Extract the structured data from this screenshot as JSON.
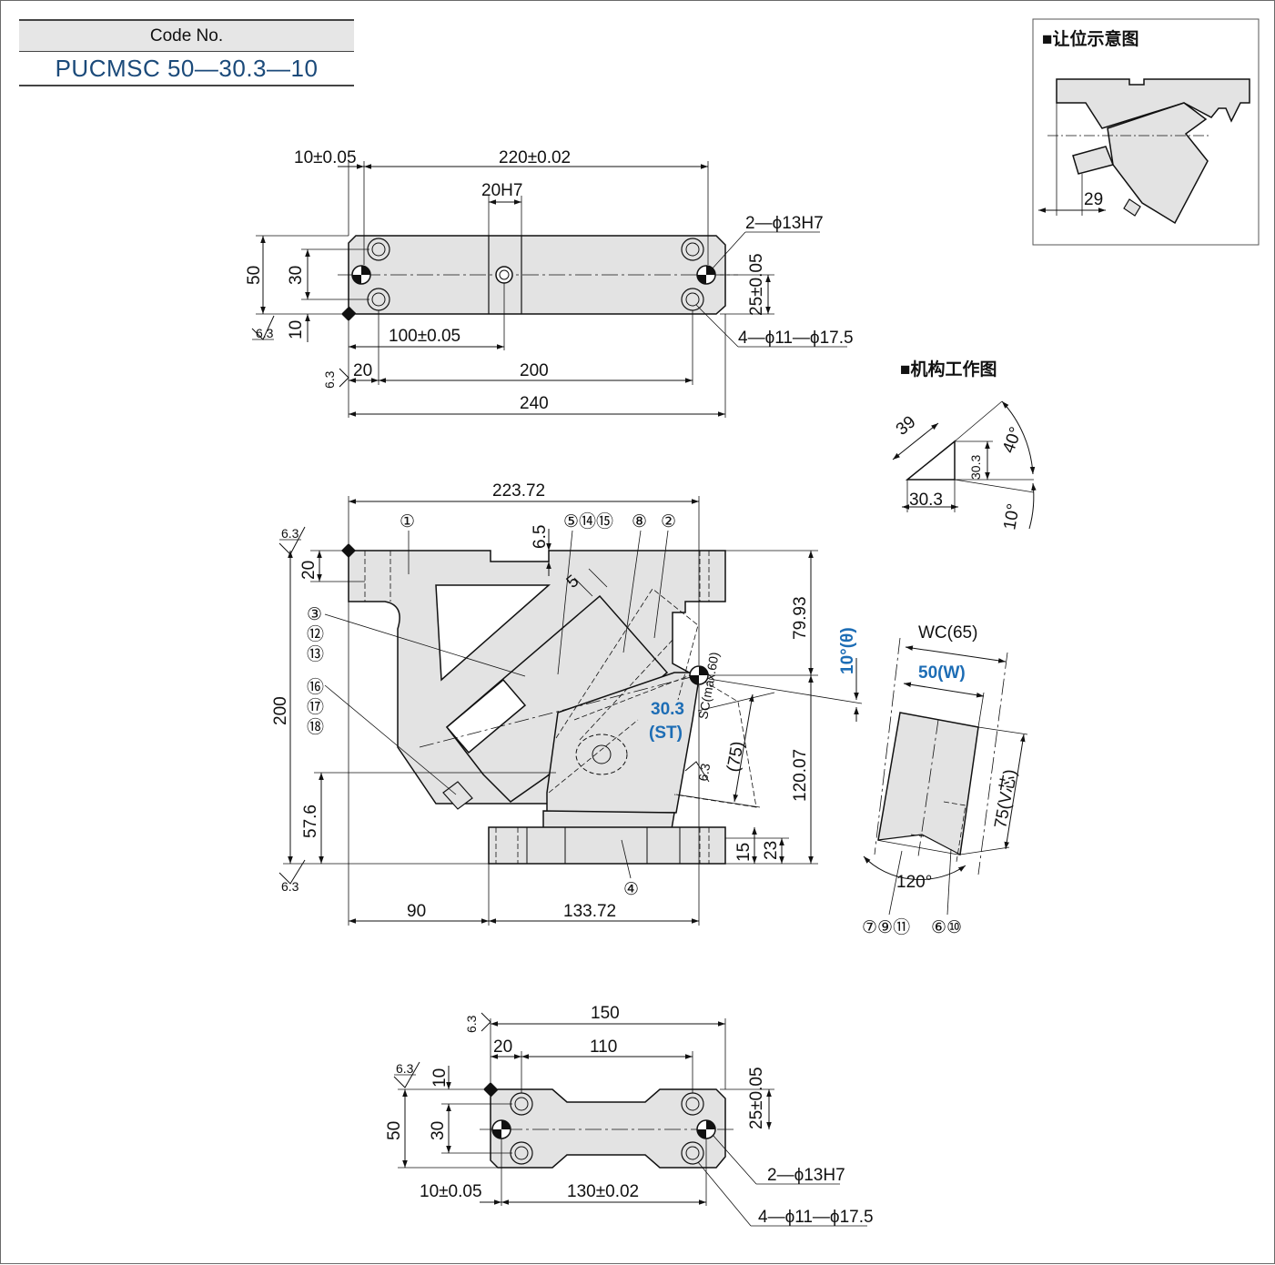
{
  "code": {
    "header": "Code No.",
    "value": "PUCMSC 50—30.3—10"
  },
  "relief_view": {
    "title": "■让位示意图",
    "dim": "29"
  },
  "mechanism_view": {
    "title": "■机构工作图",
    "dims": [
      "39",
      "30.3",
      "30.3",
      "40°",
      "10°"
    ]
  },
  "top_view": {
    "d10": "10±0.05",
    "d220": "220±0.02",
    "d20h7": "20H7",
    "hole13": "2—ϕ13H7",
    "d50": "50",
    "d30": "30",
    "d10v": "10",
    "d25": "25±0.05",
    "d100": "100±0.05",
    "hole11": "4—ϕ11—ϕ17.5",
    "d20": "20",
    "d200": "200",
    "d240": "240",
    "rough": "6.3"
  },
  "front_view": {
    "d223": "223.72",
    "d65": "6.5",
    "d20": "20",
    "d200": "200",
    "d57": "57.6",
    "d90": "90",
    "d133": "133.72",
    "d79": "79.93",
    "d120": "120.07",
    "d15": "15",
    "d23": "23",
    "angle": "10°(θ)",
    "st": "30.3",
    "st2": "(ST)",
    "sc": "SC(max.60)",
    "d75": "(75)",
    "d5": "5",
    "rough": "6.3",
    "parts": {
      "p1": "①",
      "p2": "②",
      "p5": "⑤⑭⑮",
      "p8": "⑧",
      "p3": "③",
      "p12": "⑫",
      "p13": "⑬",
      "p16": "⑯",
      "p17": "⑰",
      "p18": "⑱",
      "p4": "④"
    }
  },
  "side_view": {
    "wc": "WC(65)",
    "w": "50(W)",
    "v": "75(V芯)",
    "angle": "120°",
    "parts_left": "⑦⑨⑪",
    "parts_right": "⑥⑩"
  },
  "bottom_view": {
    "d150": "150",
    "d20": "20",
    "d110": "110",
    "d10": "10",
    "d50": "50",
    "d30": "30",
    "d25": "25±0.05",
    "d10b": "10±0.05",
    "d130": "130±0.02",
    "hole13": "2—ϕ13H7",
    "hole11": "4—ϕ11—ϕ17.5",
    "rough": "6.3"
  }
}
